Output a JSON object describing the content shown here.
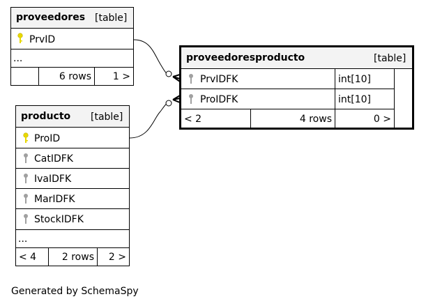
{
  "tables": {
    "proveedores": {
      "name": "proveedores",
      "type": "[table]",
      "columns": [
        {
          "name": "PrvID",
          "key": "primary"
        }
      ],
      "ellipsis": "...",
      "footer": {
        "left": "",
        "rows": "6 rows",
        "right": "1 >"
      }
    },
    "producto": {
      "name": "producto",
      "type": "[table]",
      "columns": [
        {
          "name": "ProID",
          "key": "primary"
        },
        {
          "name": "CatIDFK",
          "key": "foreign"
        },
        {
          "name": "IvaIDFK",
          "key": "foreign"
        },
        {
          "name": "MarIDFK",
          "key": "foreign"
        },
        {
          "name": "StockIDFK",
          "key": "foreign"
        }
      ],
      "ellipsis": "...",
      "footer": {
        "left": "< 4",
        "rows": "2 rows",
        "right": "2 >"
      }
    },
    "proveedoresproducto": {
      "name": "proveedoresproducto",
      "type": "[table]",
      "columns": [
        {
          "name": "PrvIDFK",
          "key": "foreign",
          "datatype": "int[10]"
        },
        {
          "name": "ProIDFK",
          "key": "foreign",
          "datatype": "int[10]"
        }
      ],
      "footer": {
        "left": "< 2",
        "rows": "4 rows",
        "right": "0 >"
      }
    }
  },
  "colors": {
    "primary_key": "#e8d800",
    "foreign_key": "#a0a0a0",
    "header_bg": "#f3f3f3"
  },
  "footer_text": "Generated by SchemaSpy"
}
